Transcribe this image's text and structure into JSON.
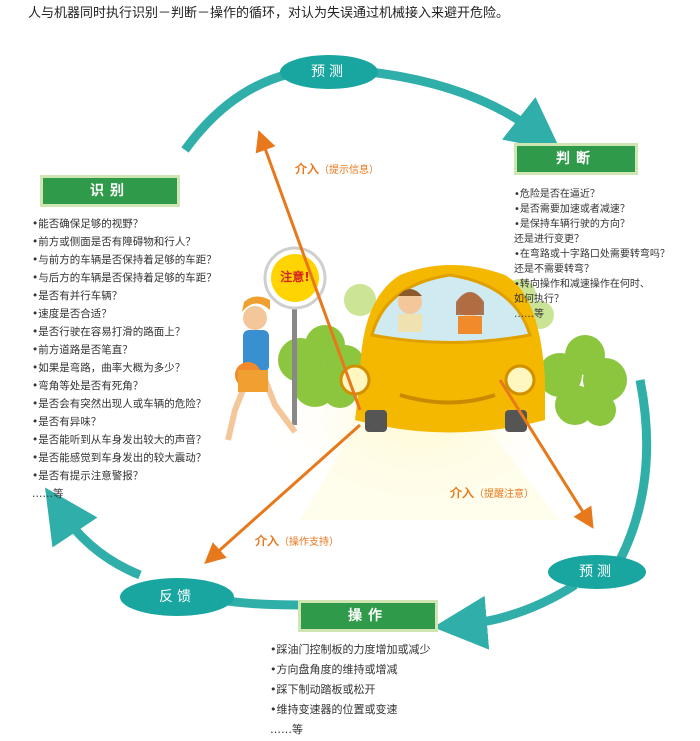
{
  "title": "人与机器同时执行识别－判断－操作的循环，对认为失误通过机械接入来避开危险。",
  "colors": {
    "cycle": "#1aa6a0",
    "box_green": "#2f9a4a",
    "intervene": "#e8781c"
  },
  "labels": {
    "yuce_top": "预测",
    "panduan": "判断",
    "shibie": "识别",
    "yuce_right": "预测",
    "fankui": "反馈",
    "caozuo": "操作"
  },
  "sign_text": "注意!",
  "interventions": {
    "info": {
      "main": "介入",
      "detail": "（提示信息）"
    },
    "remind": {
      "main": "介入",
      "detail": "（提醒注意）"
    },
    "support": {
      "main": "介入",
      "detail": "（操作支持）"
    }
  },
  "recognition_items": [
    "•能否确保足够的视野？",
    "•前方或侧面是否有障碍物和行人？",
    "•与前方的车辆是否保持着足够的车距？",
    "•与后方的车辆是否保持着足够的车距？",
    "•是否有并行车辆？",
    "•速度是否合适？",
    "•是否行驶在容易打滑的路面上？",
    "•前方道路是否笔直？",
    "•如果是弯路，曲率大概为多少？",
    "•弯角等处是否有死角？",
    "•是否会有突然出现人或车辆的危险？",
    "•是否有异味？",
    "•是否能听到从车身发出较大的声音？",
    "•是否能感觉到车身发出的较大震动？",
    "•是否有提示注意警报？",
    "  ……等"
  ],
  "judgment_items": [
    "•危险是否在逼近？",
    "•是否需要加速或者减速？",
    "•是保持车辆行驶的方向？",
    "  还是进行变更？",
    "•在弯路或十字路口处需要转弯吗？",
    "  还是不需要转弯？",
    "•转向操作和减速操作在何时、",
    "  如何执行？",
    "  ……等"
  ],
  "operation_items": [
    "•踩油门控制板的力度增加或减少",
    "•方向盘角度的维持或增减",
    "•踩下制动踏板或松开",
    "•维持变速器的位置或变速",
    "  ……等"
  ]
}
